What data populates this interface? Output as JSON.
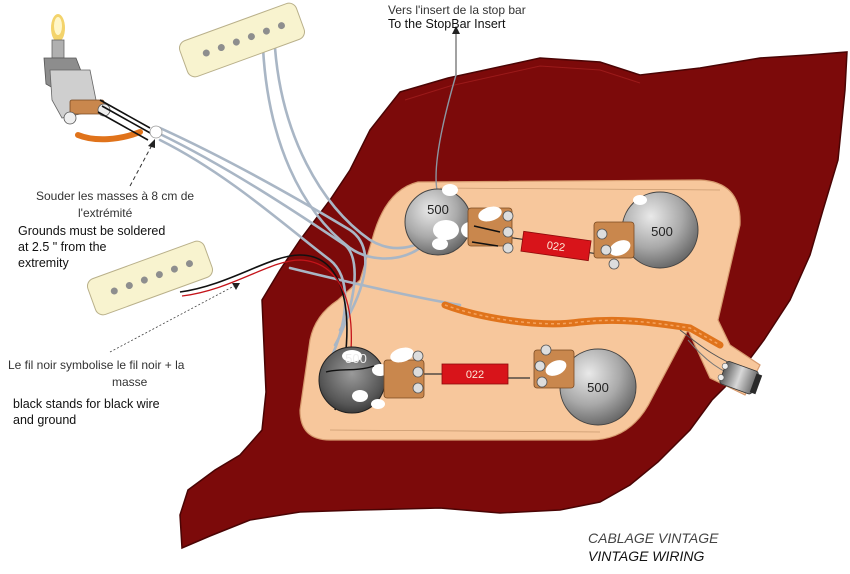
{
  "labels": {
    "stopbar_fr": "Vers l'insert de la  stop bar",
    "stopbar_en": "To the StopBar Insert",
    "ground_fr_1": "Souder les masses à 8 cm de",
    "ground_fr_2": "l'extrémité",
    "ground_en_1": "Grounds must be soldered",
    "ground_en_2": "at 2.5 \" from the",
    "ground_en_3": "extremity",
    "blackwire_fr_1": "Le fil noir symbolise le fil noir + la",
    "blackwire_fr_2": "masse",
    "blackwire_en_1": "black stands for black wire",
    "blackwire_en_2": "and ground"
  },
  "title": {
    "fr": "CABLAGE VINTAGE",
    "en": "VINTAGE WIRING"
  },
  "pots": {
    "top_left": "500",
    "top_right": "500",
    "bottom_left": "500",
    "bottom_right": "500"
  },
  "caps": {
    "top": "022",
    "bottom": "022"
  },
  "colors": {
    "body": "#7c0a0a",
    "cavity": "#f7c79c",
    "pickup": "#f8f3cf",
    "cap": "#d8141a",
    "braid": "#e0731b",
    "wire_gray": "#a9b6c5"
  }
}
